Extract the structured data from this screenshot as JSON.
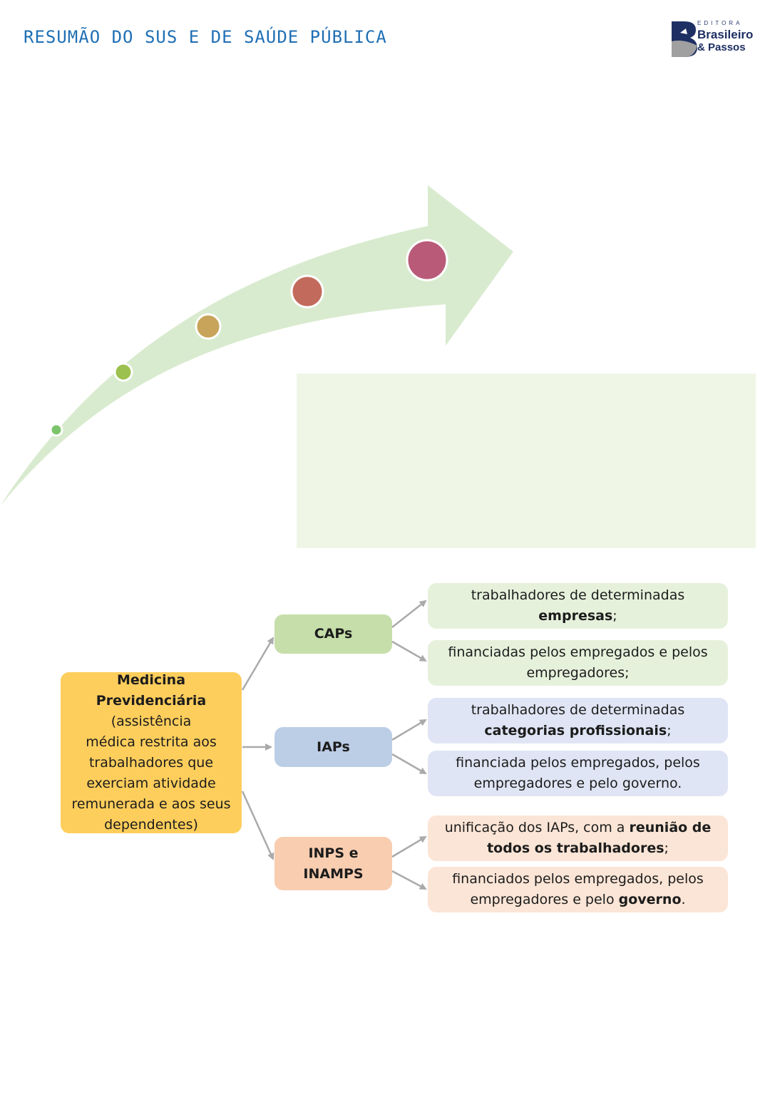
{
  "header": {
    "title": "RESUMÃO DO SUS E DE SAÚDE PÚBLICA"
  },
  "logo": {
    "small": "EDITORA",
    "line1": "Brasileiro",
    "line2": "& Passos",
    "colors": {
      "blue": "#1e2f63",
      "gray": "#9a9a9a"
    }
  },
  "timeline_arrow": {
    "fill": "#d9ebcf",
    "dots": [
      "#7cc46a",
      "#9cc14e",
      "#c7a45a",
      "#c26a5c",
      "#b85a78"
    ]
  },
  "diagram": {
    "root": {
      "title": "Medicina Previdenciária",
      "line1": "(assistência",
      "line2": "médica restrita aos",
      "line3": "trabalhadores que",
      "line4": "exerciam atividade",
      "line5": "remunerada e aos seus",
      "line6": "dependentes)",
      "color": "#fece5c"
    },
    "caps": {
      "label": "CAPs",
      "color": "#c5deaa",
      "leaf_color": "#e6f1dc",
      "leaf1": {
        "t1": "trabalhadores de determinadas",
        "b1": "empresas",
        "t2": ";"
      },
      "leaf2": {
        "t1": "financiadas pelos empregados e pelos",
        "t2": "empregadores;"
      }
    },
    "iaps": {
      "label": "IAPs",
      "color": "#bccde6",
      "leaf_color": "#dfe5f4",
      "leaf1": {
        "t1": "trabalhadores de determinadas",
        "b1": "categorias profissionais",
        "t2": ";"
      },
      "leaf2": {
        "t1": "financiada pelos empregados, pelos",
        "t2": "empregadores e pelo governo."
      }
    },
    "inps": {
      "label1": "INPS e",
      "label2": "INAMPS",
      "color": "#f8cdb0",
      "leaf_color": "#fbe5d6",
      "leaf1": {
        "t1": "unificação dos IAPs, com a ",
        "b1": "reunião de",
        "b2": "todos os trabalhadores",
        "t2": ";"
      },
      "leaf2": {
        "t1": "financiados pelos empregados, pelos",
        "t2": "empregadores e pelo ",
        "b1": "governo",
        "t3": "."
      }
    }
  }
}
